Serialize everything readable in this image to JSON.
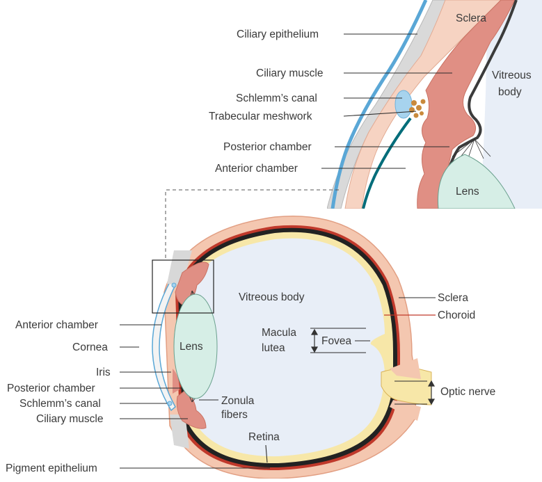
{
  "inset": {
    "labels": {
      "ciliary_epithelium": "Ciliary epithelium",
      "ciliary_muscle": "Ciliary muscle",
      "schlemms_canal": "Schlemm’s canal",
      "trabecular_meshwork": "Trabecular meshwork",
      "posterior_chamber": "Posterior chamber",
      "anterior_chamber": "Anterior chamber",
      "sclera": "Sclera",
      "vitreous_line1": "Vitreous",
      "vitreous_line2": "body",
      "lens": "Lens"
    }
  },
  "main": {
    "labels": {
      "vitreous_body": "Vitreous body",
      "lens": "Lens",
      "sclera": "Sclera",
      "choroid": "Choroid",
      "macula_line1": "Macula",
      "macula_line2": "lutea",
      "fovea": "Fovea",
      "optic_nerve": "Optic nerve",
      "anterior_chamber": "Anterior chamber",
      "cornea": "Cornea",
      "iris": "Iris",
      "posterior_chamber": "Posterior chamber",
      "schlemms_canal": "Schlemm’s canal",
      "ciliary_muscle": "Ciliary muscle",
      "zonula_line1": "Zonula",
      "zonula_line2": "fibers",
      "retina": "Retina",
      "pigment_epithelium": "Pigment epithelium"
    }
  },
  "colors": {
    "sclera": "#f4c7b0",
    "choroid": "#c0392b",
    "retina": "#f7e7a8",
    "vitreous": "#e8eef7",
    "lens": "#d6eee6",
    "ciliary": "#e08f84",
    "cornea_edge": "#5aa7d6",
    "iris_dark": "#006d7a",
    "trabecular": "#c98a3c",
    "conjunctiva": "#cfcfcf"
  }
}
